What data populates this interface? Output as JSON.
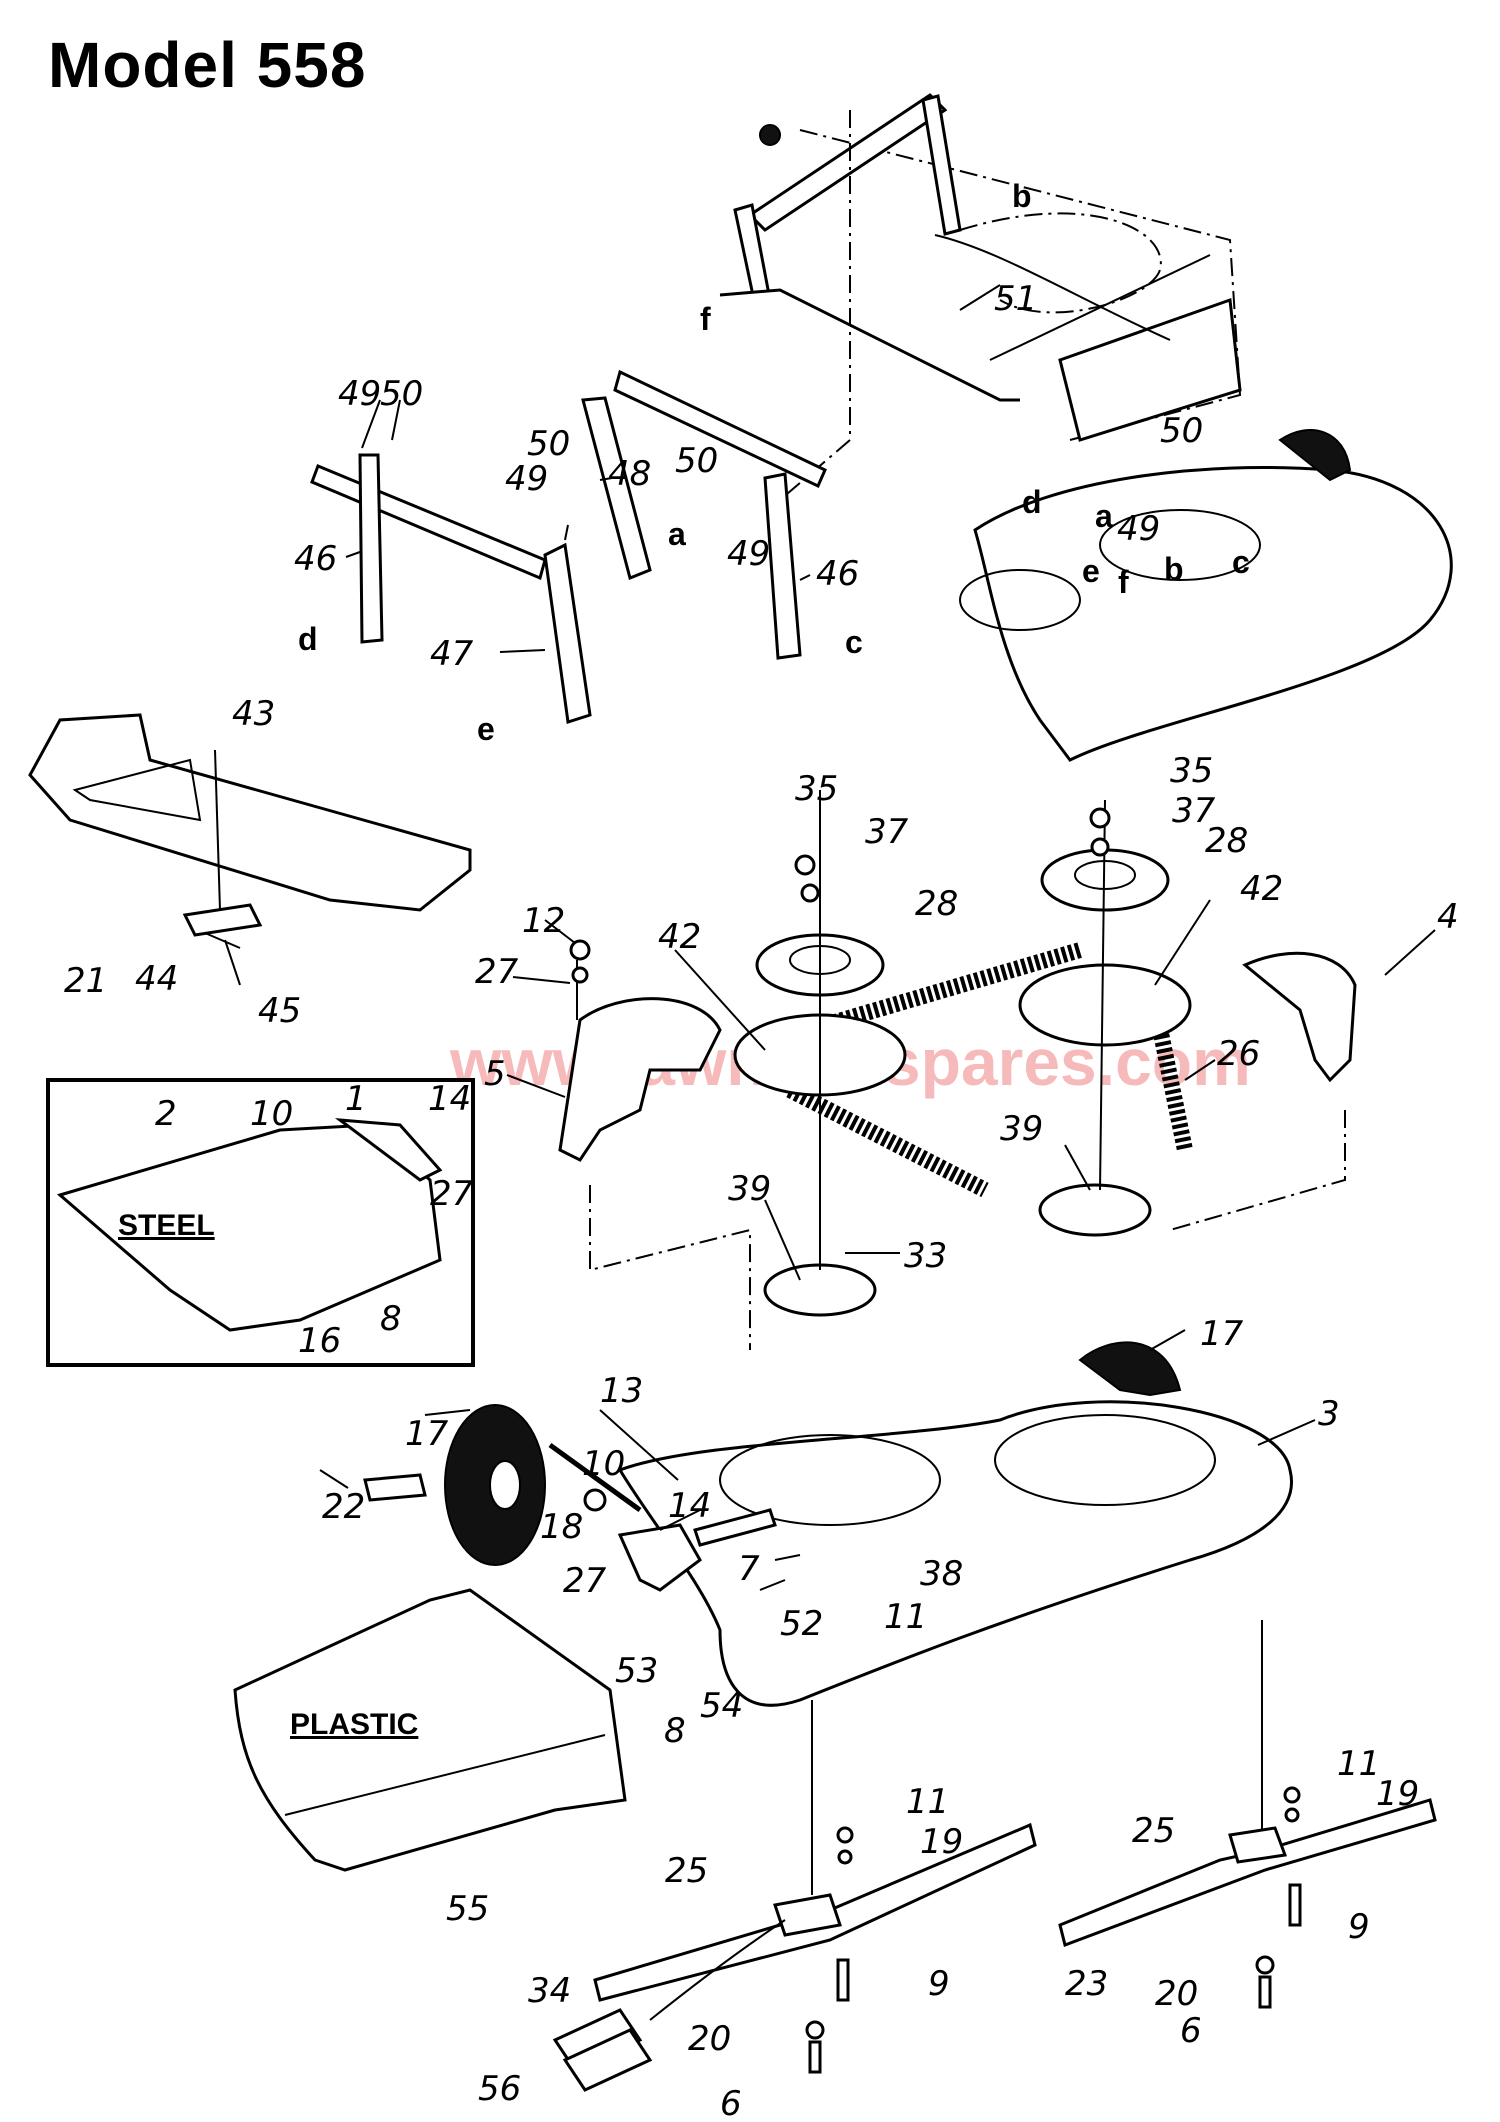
{
  "title": "Model 558",
  "watermark": "www.lawnflitespares.com",
  "materials": {
    "steel": "STEEL",
    "plastic": "PLASTIC"
  },
  "callouts": {
    "p1": "1",
    "p2": "2",
    "p3": "3",
    "p4": "4",
    "p5": "5",
    "p6a": "6",
    "p6b": "6",
    "p7": "7",
    "p8a": "8",
    "p8b": "8",
    "p9a": "9",
    "p9b": "9",
    "p10a": "10",
    "p10b": "10",
    "p11a": "11",
    "p11b": "11",
    "p11c": "11",
    "p12": "12",
    "p13": "13",
    "p14a": "14",
    "p14b": "14",
    "p16": "16",
    "p17a": "17",
    "p17b": "17",
    "p18": "18",
    "p19a": "19",
    "p19b": "19",
    "p20a": "20",
    "p20b": "20",
    "p21": "21",
    "p22": "22",
    "p23": "23",
    "p25a": "25",
    "p25b": "25",
    "p26": "26",
    "p27a": "27",
    "p27b": "27",
    "p27c": "27",
    "p28a": "28",
    "p28b": "28",
    "p33": "33",
    "p34": "34",
    "p35a": "35",
    "p35b": "35",
    "p37a": "37",
    "p37b": "37",
    "p38": "38",
    "p39a": "39",
    "p39b": "39",
    "p42a": "42",
    "p42b": "42",
    "p43": "43",
    "p44": "44",
    "p45": "45",
    "p46a": "46",
    "p46b": "46",
    "p47": "47",
    "p48": "48",
    "p49a": "49",
    "p49b": "49",
    "p49c": "49",
    "p49d": "49",
    "p50a": "50",
    "p50b": "50",
    "p50c": "50",
    "p50d": "50",
    "p51": "51",
    "p52": "52",
    "p53": "53",
    "p54": "54",
    "p55": "55",
    "p56": "56"
  },
  "reference_letters": {
    "a1": "a",
    "a2": "a",
    "b1": "b",
    "b2": "b",
    "c1": "c",
    "c2": "c",
    "d1": "d",
    "d2": "d",
    "e1": "e",
    "e2": "e",
    "f1": "f",
    "f2": "f"
  }
}
